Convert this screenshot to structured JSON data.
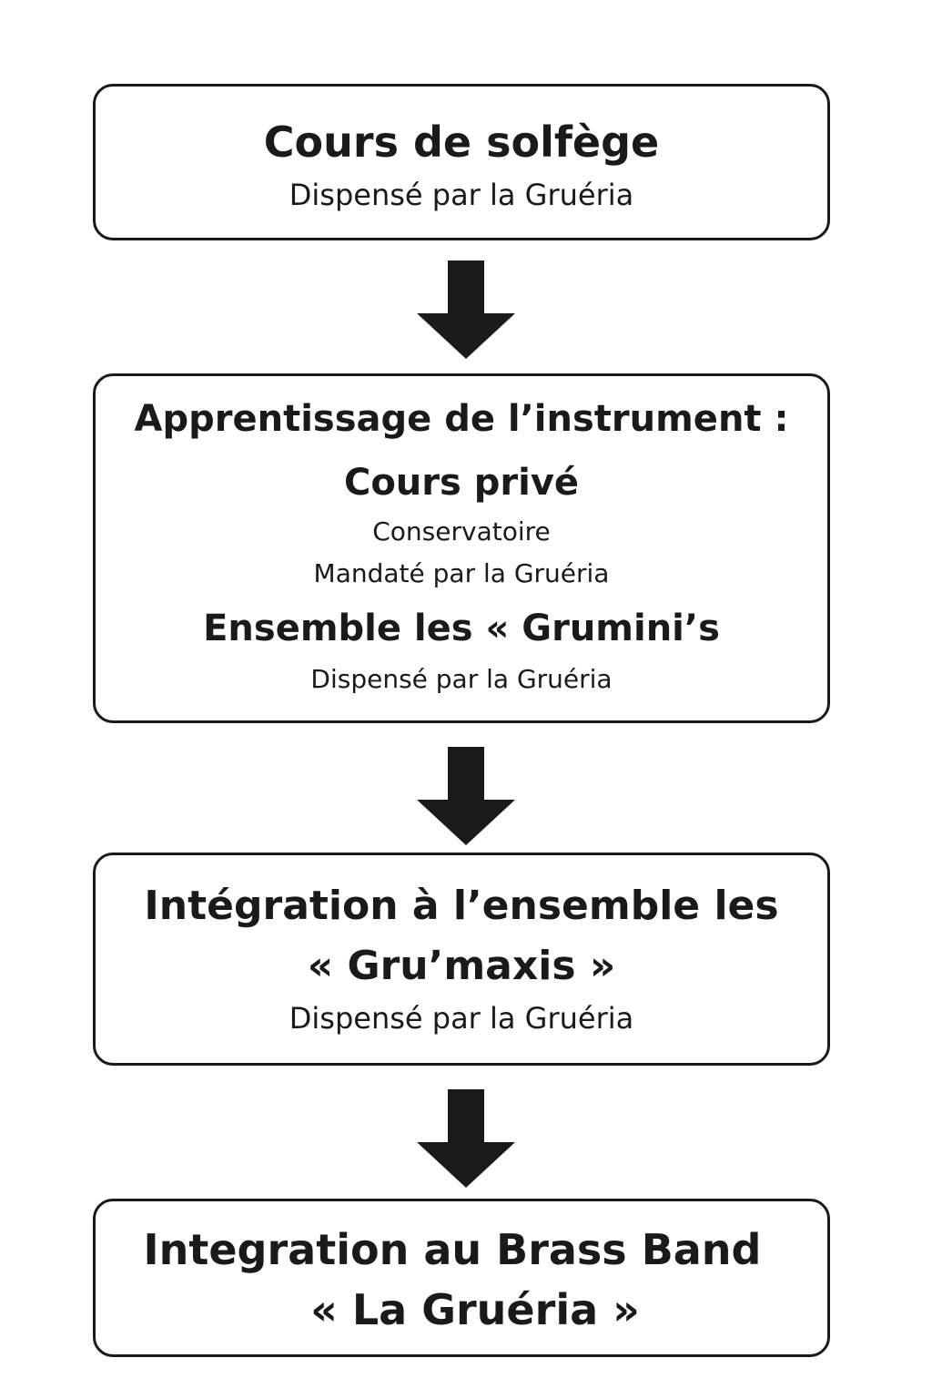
{
  "steps": [
    {
      "title": "Cours de solfège",
      "subtitle": "Dispensé par la Gruéria"
    },
    {
      "title": "Apprentissage de l’instrument :",
      "options": [
        {
          "title": "Cours privé",
          "lines": [
            "Conservatoire",
            "Mandaté par la Gruéria"
          ]
        },
        {
          "title": "Ensemble les « Grumini’s",
          "lines": [
            "Dispensé par la Gruéria"
          ]
        }
      ]
    },
    {
      "title_line1": "Intégration à l’ensemble les",
      "title_line2": "« Gru’maxis »",
      "subtitle": "Dispensé par la Gruéria"
    },
    {
      "title_line1": "Integration au Brass Band",
      "title_line2": "« La Gruéria »"
    }
  ]
}
